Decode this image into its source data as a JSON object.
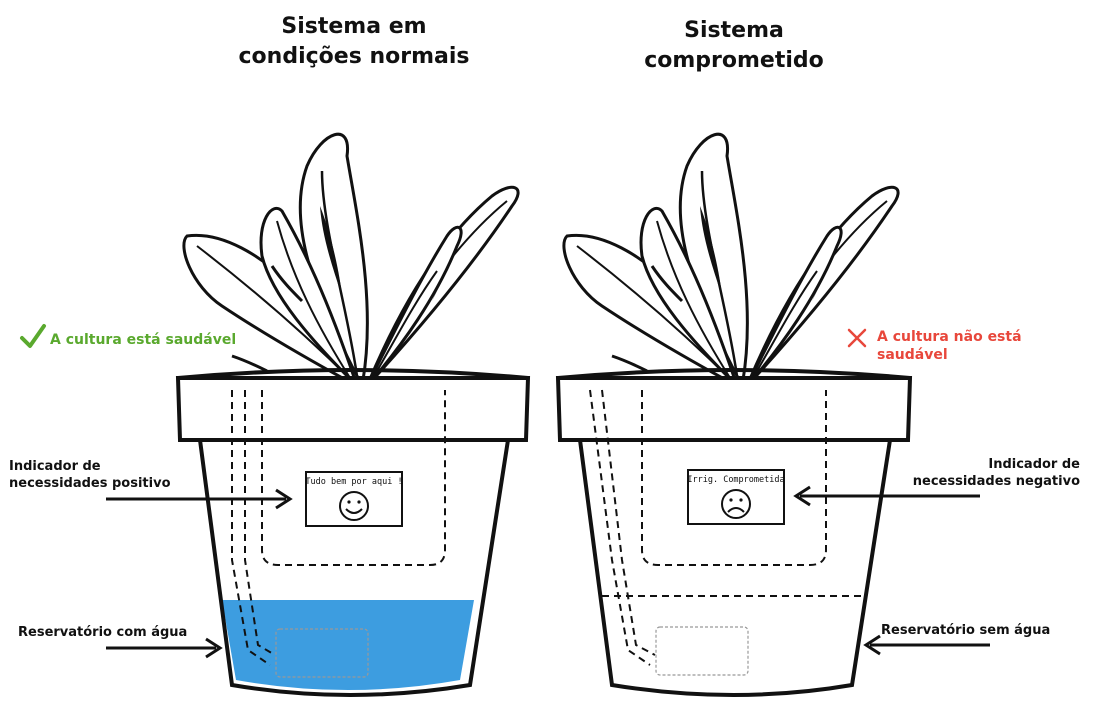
{
  "titles": {
    "left_line1": "Sistema em",
    "left_line2": "condições normais",
    "right_line1": "Sistema",
    "right_line2": "comprometido"
  },
  "status": {
    "healthy": "A cultura está saudável",
    "unhealthy": "A cultura não está saudável",
    "healthy_color": "#5aa92e",
    "unhealthy_color": "#e8473b"
  },
  "labels": {
    "indicator_positive_line1": "Indicador de",
    "indicator_positive_line2": "necessidades positivo",
    "indicator_negative_line1": "Indicador de",
    "indicator_negative_line2": "necessidades negativo",
    "reservoir_with_water": "Reservatório com água",
    "reservoir_without_water": "Reservatório sem água"
  },
  "indicators": {
    "positive_text": "Tudo bem por aqui !",
    "positive_icon": "smiley-face-icon",
    "negative_text": "Irrig. Comprometida",
    "negative_icon": "sad-face-icon"
  },
  "colors": {
    "water": "#3d9de0",
    "outline": "#111111"
  }
}
